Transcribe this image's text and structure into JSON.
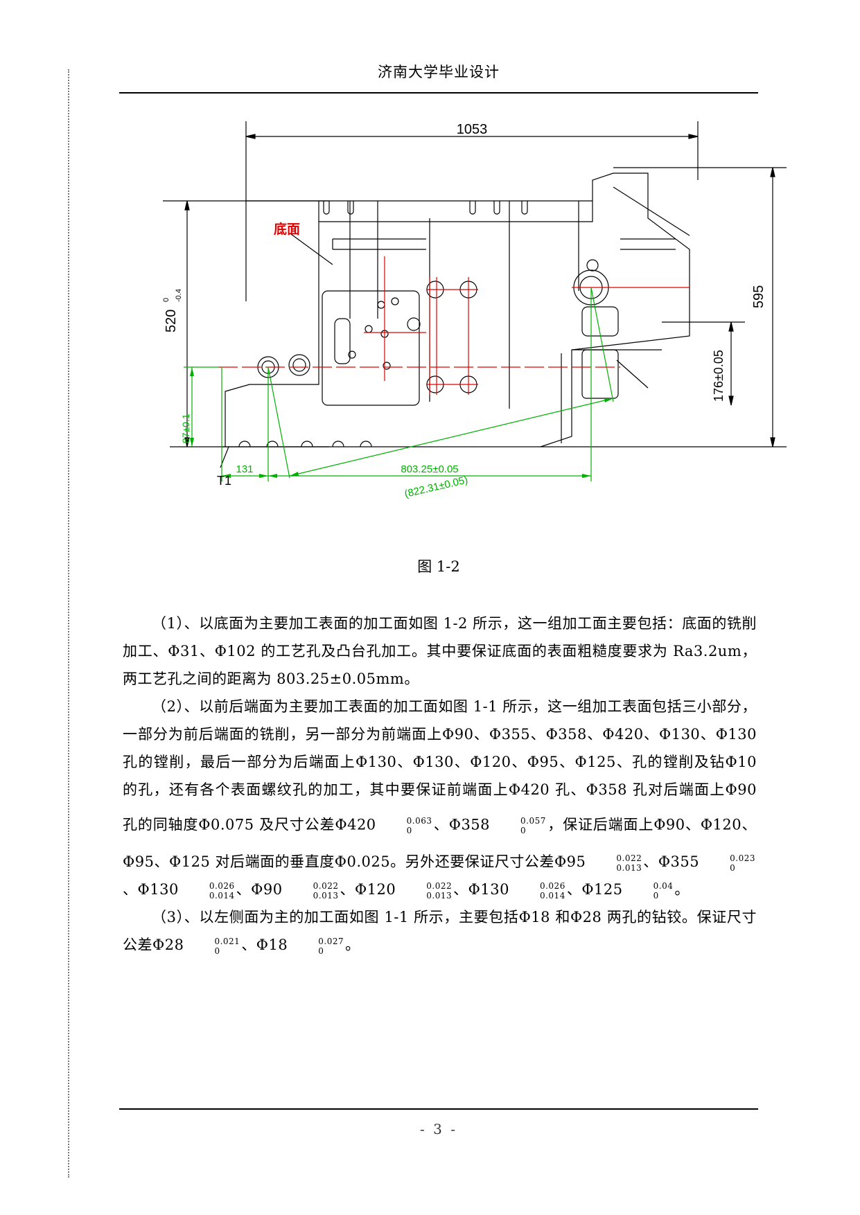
{
  "header": {
    "title": "济南大学毕业设计"
  },
  "figure": {
    "caption": "图 1-2",
    "label_surface": "底面",
    "dim_top": "1053",
    "dim_left": "520",
    "dim_left_tol_upper": "0",
    "dim_left_tol_lower": "-0.4",
    "dim_right": "595",
    "dim_right_small": "176±0.05",
    "dim_small_left": "87±0.1",
    "label_t1": "T1",
    "dim_diag": "(822.31±0.05)",
    "dim_bottom_left": "131",
    "dim_bottom_right": "803.25±0.05",
    "colors": {
      "outline": "#000000",
      "red": "#e00000",
      "green": "#00b000"
    }
  },
  "paragraphs": {
    "p1": "（1）、以底面为主要加工表面的加工面如图 1-2 所示，这一组加工面主要包括：底面的铣削加工、Φ31、Φ102 的工艺孔及凸台孔加工。其中要保证底面的表面粗糙度要求为 Ra3.2um，两工艺孔之间的距离为 803.25±0.05mm。",
    "p2_a": "（2）、以前后端面为主要加工表面的加工面如图 1-1 所示，这一组加工表面包括三小部分，一部分为前后端面的铣削，另一部分为前端面上Φ90、Φ355、Φ358、Φ420、Φ130、Φ130 孔的镗削，最后一部分为后端面上Φ130、Φ130、Φ120、Φ95、Φ125、孔的镗削及钻Φ10 的孔，还有各个表面螺纹孔的加工，其中要保证前端面上Φ420 孔、Φ358 孔对后端面上Φ90 孔的同轴度Φ0.075 及尺寸公差Φ420",
    "p2_tol1_upper": "0.063",
    "p2_tol1_lower": "0",
    "p2_b": "、Φ358",
    "p2_tol2_upper": "0.057",
    "p2_tol2_lower": "0",
    "p2_c": "，保证后端面上Φ90、Φ120、Φ95、Φ125 对后端面的垂直度Φ0.025。另外还要保证尺寸公差Φ95",
    "p2_tol3_upper": "0.022",
    "p2_tol3_lower": "0.013",
    "p2_d": "、Φ355",
    "p2_tol4_upper": "0.023",
    "p2_tol4_lower": "0",
    "p2_e": "、Φ130",
    "p2_tol5_upper": "0.026",
    "p2_tol5_lower": "0.014",
    "p2_f": "、Φ90",
    "p2_tol6_upper": "0.022",
    "p2_tol6_lower": "0.013",
    "p2_g": "、Φ120",
    "p2_tol7_upper": "0.022",
    "p2_tol7_lower": "0.013",
    "p2_h": "、Φ130",
    "p2_tol8_upper": "0.026",
    "p2_tol8_lower": "0.014",
    "p2_i": "、Φ125",
    "p2_tol9_upper": "0.04",
    "p2_tol9_lower": "0",
    "p2_j": "。",
    "p3_a": "（3）、以左侧面为主的加工面如图 1-1 所示，主要包括Φ18 和Φ28 两孔的钻铰。保证尺寸公差Φ28",
    "p3_tol1_upper": "0.021",
    "p3_tol1_lower": "0",
    "p3_b": "、Φ18",
    "p3_tol2_upper": "0.027",
    "p3_tol2_lower": "0",
    "p3_c": "。"
  },
  "footer": {
    "page_number": "- 3 -"
  }
}
